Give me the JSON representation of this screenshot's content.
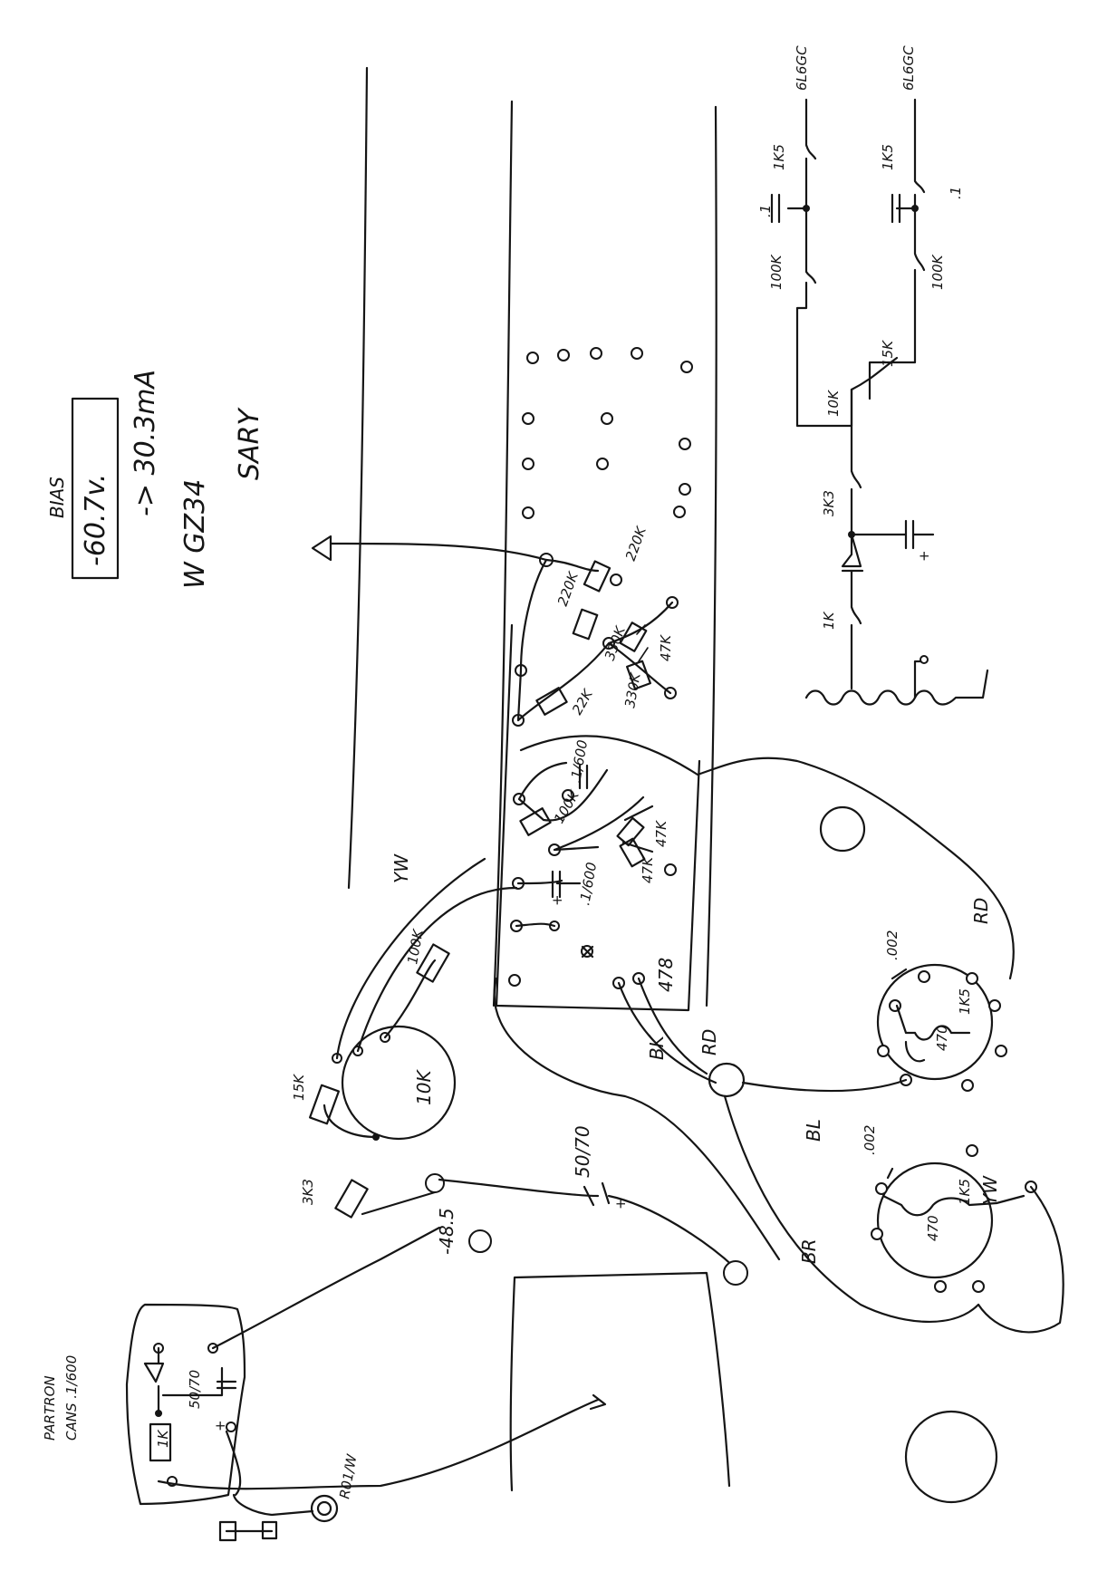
{
  "notes": {
    "bias_title": "BIAS",
    "bias_voltage": "-60.7v.",
    "bias_current": "-> 30.3mA",
    "rectifier": "W GZ34",
    "brand": "SARY",
    "voltage_negative": "-48.5",
    "partridge": "PARTRON",
    "cans": "CANS .1/600",
    "label_478": "478"
  },
  "components": {
    "r_100k_a": "100K",
    "r_100k_b": "100K",
    "r_100k_c": "100K",
    "r_100k_d": "100K",
    "r_1k5_a": "1K5",
    "r_1k5_b": "1K5",
    "r_15k_a": "15K",
    "r_15k_b": "15K",
    "r_10k_a": "10K",
    "r_10k_b": "10K",
    "r_3k3_a": "3K3",
    "r_3k3_b": "3K3",
    "r_1k_a": "1K",
    "r_1k_b": "1K",
    "r_22k": "22K",
    "r_220k_a": "220K",
    "r_220k_b": "220K",
    "r_330k_a": "330K",
    "r_330k_b": "330K",
    "r_47k_a": "47K",
    "r_47k_b": "47K",
    "r_47k_c": "47K",
    "r_470_a": "470",
    "r_470_b": "470",
    "r_1k5_c": "1K5",
    "r_1k5_d": "1K5",
    "c_01_a": ".1",
    "c_01_b": ".1",
    "c_1600_a": ".1/600",
    "c_1600_b": ".1/600",
    "c_1600_c": ".1/600",
    "c_002_a": ".002",
    "c_002_b": ".002",
    "c_5070_a": "50/70",
    "c_5070_b": "50/70",
    "cap_plus_a": "+",
    "cap_plus_b": "+",
    "cap_plus_c": "+",
    "schem_plus": "+",
    "wire_r01": "R01/W",
    "tube_a": "6L6GC",
    "tube_b": "6L6GC"
  },
  "wires": {
    "yw_top": "YW",
    "yw_bottom": "YW",
    "rd_right": "RD",
    "rd_center": "RD",
    "bk": "BK",
    "bl": "BL",
    "br": "BR"
  }
}
